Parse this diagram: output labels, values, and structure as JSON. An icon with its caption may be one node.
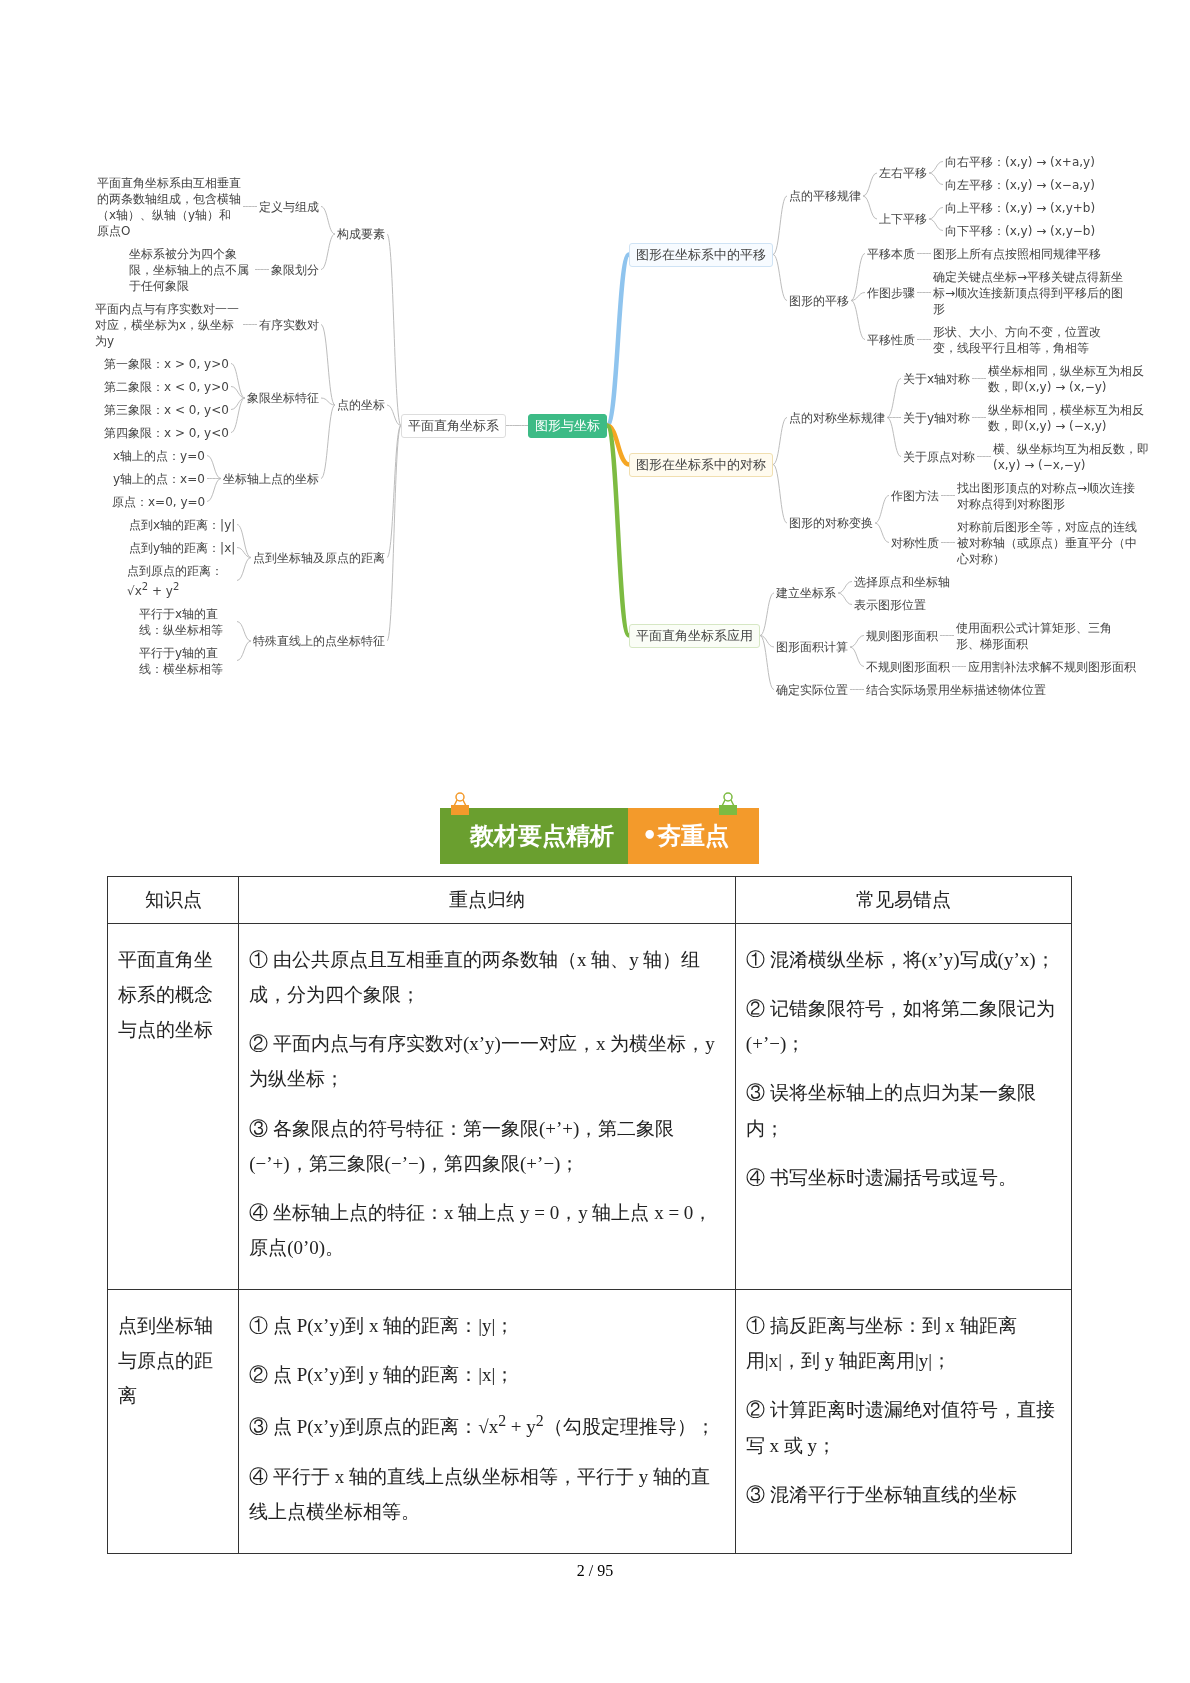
{
  "diagram": {
    "nodes": [
      {
        "text": [
          "图形与坐标"
        ]
      },
      {
        "text": [
          "平面直角坐标系"
        ]
      },
      {
        "text": [
          "构成要素"
        ]
      },
      {
        "text": [
          "定义与组成"
        ]
      },
      {
        "text": [
          "平面直角坐标系由互相垂直的两条数轴组成，包含横轴（x轴）、纵轴（y轴）和原点O"
        ]
      },
      {
        "text": [
          "象限划分"
        ]
      },
      {
        "text": [
          "坐标系被分为四个象限，坐标轴上的点不属于任何象限"
        ]
      },
      {
        "text": [
          "点的坐标"
        ]
      },
      {
        "text": [
          "有序实数对"
        ]
      },
      {
        "text": [
          "平面内点与有序实数对一一对应，横坐标为x，纵坐标为y"
        ]
      },
      {
        "text": [
          "象限坐标特征"
        ]
      },
      {
        "text": [
          "第一象限：x > 0, y>0"
        ]
      },
      {
        "text": [
          "第二象限：x < 0, y>0"
        ]
      },
      {
        "text": [
          "第三象限：x < 0, y<0"
        ]
      },
      {
        "text": [
          "第四象限：x > 0, y<0"
        ]
      },
      {
        "text": [
          "坐标轴上点的坐标"
        ]
      },
      {
        "text": [
          "x轴上的点：y=0"
        ]
      },
      {
        "text": [
          "y轴上的点：x=0"
        ]
      },
      {
        "text": [
          "原点：x=0, y=0"
        ]
      },
      {
        "text": [
          "点到坐标轴及原点的距离"
        ]
      },
      {
        "text": [
          "点到x轴的距离：|y|"
        ]
      },
      {
        "text": [
          "点到y轴的距离：|x|"
        ]
      },
      {
        "text": [
          "点到原点的距离：√x$^{2}$ + y$^{2}$"
        ]
      },
      {
        "text": [
          "特殊直线上的点坐标特征"
        ]
      },
      {
        "text": [
          "平行于x轴的直线：纵坐标相等"
        ]
      },
      {
        "text": [
          "平行于y轴的直线：横坐标相等"
        ]
      },
      {
        "text": [
          "图形在坐标系中的平移"
        ]
      },
      {
        "text": [
          "点的平移规律"
        ]
      },
      {
        "text": [
          "左右平移"
        ]
      },
      {
        "text": [
          "向右平移：(x,y) → (x+a,y)"
        ]
      },
      {
        "text": [
          "向左平移：(x,y) → (x−a,y)"
        ]
      },
      {
        "text": [
          "上下平移"
        ]
      },
      {
        "text": [
          "向上平移：(x,y) → (x,y+b)"
        ]
      },
      {
        "text": [
          "向下平移：(x,y) → (x,y−b)"
        ]
      },
      {
        "text": [
          "图形的平移"
        ]
      },
      {
        "text": [
          "平移本质"
        ]
      },
      {
        "text": [
          "图形上所有点按照相同规律平移"
        ]
      },
      {
        "text": [
          "作图步骤"
        ]
      },
      {
        "text": [
          "确定关键点坐标→平移关键点得新坐标→顺次连接新顶点得到平移后的图形"
        ]
      },
      {
        "text": [
          "平移性质"
        ]
      },
      {
        "text": [
          "形状、大小、方向不变，位置改变，线段平行且相等，角相等"
        ]
      },
      {
        "text": [
          "图形在坐标系中的对称"
        ]
      },
      {
        "text": [
          "点的对称坐标规律"
        ]
      },
      {
        "text": [
          "关于x轴对称"
        ]
      },
      {
        "text": [
          "横坐标相同，纵坐标互为相反数，即(x,y) → (x,−y)"
        ]
      },
      {
        "text": [
          "关于y轴对称"
        ]
      },
      {
        "text": [
          "纵坐标相同，横坐标互为相反数，即(x,y) → (−x,y)"
        ]
      },
      {
        "text": [
          "关于原点对称"
        ]
      },
      {
        "text": [
          "横、纵坐标均互为相反数，即(x,y) → (−x,−y)"
        ]
      },
      {
        "text": [
          "图形的对称变换"
        ]
      },
      {
        "text": [
          "作图方法"
        ]
      },
      {
        "text": [
          "找出图形顶点的对称点→顺次连接对称点得到对称图形"
        ]
      },
      {
        "text": [
          "对称性质"
        ]
      },
      {
        "text": [
          "对称前后图形全等，对应点的连线被对称轴（或原点）垂直平分（中心对称）"
        ]
      },
      {
        "text": [
          "平面直角坐标系应用"
        ]
      },
      {
        "text": [
          "建立坐标系"
        ]
      },
      {
        "text": [
          "选择原点和坐标轴"
        ]
      },
      {
        "text": [
          "表示图形位置"
        ]
      },
      {
        "text": [
          "图形面积计算"
        ]
      },
      {
        "text": [
          "规则图形面积"
        ]
      },
      {
        "text": [
          "使用面积公式计算矩形、三角形、梯形面积"
        ]
      },
      {
        "text": [
          "不规则图形面积"
        ]
      },
      {
        "text": [
          "应用割补法求解不规则图形面积"
        ]
      },
      {
        "text": [
          "确定实际位置"
        ]
      },
      {
        "text": [
          "结合实际场景用坐标描述物体位置"
        ]
      }
    ],
    "edges": [
      {
        "from": 0,
        "to": 1,
        "arrow": "none"
      },
      {
        "from": 0,
        "to": 26,
        "arrow": "none",
        "style": "thick",
        "color": "#8fc4ee"
      },
      {
        "from": 0,
        "to": 41,
        "arrow": "none",
        "style": "thick",
        "color": "#f5a623"
      },
      {
        "from": 0,
        "to": 54,
        "arrow": "none",
        "style": "thick",
        "color": "#7dbb42"
      },
      {
        "from": 1,
        "to": 2,
        "arrow": "none"
      },
      {
        "from": 1,
        "to": 7,
        "arrow": "none"
      },
      {
        "from": 1,
        "to": 19,
        "arrow": "none"
      },
      {
        "from": 1,
        "to": 23,
        "arrow": "none"
      },
      {
        "from": 2,
        "to": 3,
        "arrow": "none"
      },
      {
        "from": 3,
        "to": 4,
        "arrow": "none"
      },
      {
        "from": 2,
        "to": 5,
        "arrow": "none"
      },
      {
        "from": 5,
        "to": 6,
        "arrow": "none"
      },
      {
        "from": 7,
        "to": 8,
        "arrow": "none"
      },
      {
        "from": 8,
        "to": 9,
        "arrow": "none"
      },
      {
        "from": 7,
        "to": 10,
        "arrow": "none"
      },
      {
        "from": 10,
        "to": 11,
        "arrow": "none"
      },
      {
        "from": 10,
        "to": 12,
        "arrow": "none"
      },
      {
        "from": 10,
        "to": 13,
        "arrow": "none"
      },
      {
        "from": 10,
        "to": 14,
        "arrow": "none"
      },
      {
        "from": 7,
        "to": 15,
        "arrow": "none"
      },
      {
        "from": 15,
        "to": 16,
        "arrow": "none"
      },
      {
        "from": 15,
        "to": 17,
        "arrow": "none"
      },
      {
        "from": 15,
        "to": 18,
        "arrow": "none"
      },
      {
        "from": 19,
        "to": 20,
        "arrow": "none"
      },
      {
        "from": 19,
        "to": 21,
        "arrow": "none"
      },
      {
        "from": 19,
        "to": 22,
        "arrow": "none"
      },
      {
        "from": 23,
        "to": 24,
        "arrow": "none"
      },
      {
        "from": 23,
        "to": 25,
        "arrow": "none"
      },
      {
        "from": 26,
        "to": 27,
        "arrow": "none"
      },
      {
        "from": 27,
        "to": 28,
        "arrow": "none"
      },
      {
        "from": 28,
        "to": 29,
        "arrow": "none"
      },
      {
        "from": 28,
        "to": 30,
        "arrow": "none"
      },
      {
        "from": 27,
        "to": 31,
        "arrow": "none"
      },
      {
        "from": 31,
        "to": 32,
        "arrow": "none"
      },
      {
        "from": 31,
        "to": 33,
        "arrow": "none"
      },
      {
        "from": 26,
        "to": 34,
        "arrow": "none"
      },
      {
        "from": 34,
        "to": 35,
        "arrow": "none"
      },
      {
        "from": 35,
        "to": 36,
        "arrow": "none"
      },
      {
        "from": 34,
        "to": 37,
        "arrow": "none"
      },
      {
        "from": 37,
        "to": 38,
        "arrow": "none"
      },
      {
        "from": 34,
        "to": 39,
        "arrow": "none"
      },
      {
        "from": 39,
        "to": 40,
        "arrow": "none"
      },
      {
        "from": 41,
        "to": 42,
        "arrow": "none"
      },
      {
        "from": 42,
        "to": 43,
        "arrow": "none"
      },
      {
        "from": 43,
        "to": 44,
        "arrow": "none"
      },
      {
        "from": 42,
        "to": 45,
        "arrow": "none"
      },
      {
        "from": 45,
        "to": 46,
        "arrow": "none"
      },
      {
        "from": 42,
        "to": 47,
        "arrow": "none"
      },
      {
        "from": 47,
        "to": 48,
        "arrow": "none"
      },
      {
        "from": 41,
        "to": 49,
        "arrow": "none"
      },
      {
        "from": 49,
        "to": 50,
        "arrow": "none"
      },
      {
        "from": 50,
        "to": 51,
        "arrow": "none"
      },
      {
        "from": 49,
        "to": 52,
        "arrow": "none"
      },
      {
        "from": 52,
        "to": 53,
        "arrow": "none"
      },
      {
        "from": 54,
        "to": 55,
        "arrow": "none"
      },
      {
        "from": 55,
        "to": 56,
        "arrow": "none"
      },
      {
        "from": 55,
        "to": 57,
        "arrow": "none"
      },
      {
        "from": 54,
        "to": 58,
        "arrow": "none"
      },
      {
        "from": 58,
        "to": 59,
        "arrow": "none"
      },
      {
        "from": 59,
        "to": 60,
        "arrow": "none"
      },
      {
        "from": 58,
        "to": 61,
        "arrow": "none"
      },
      {
        "from": 61,
        "to": 62,
        "arrow": "none"
      },
      {
        "from": 54,
        "to": 63,
        "arrow": "none"
      },
      {
        "from": 63,
        "to": 64,
        "arrow": "none"
      }
    ],
    "labels": [
      "教材要点精析",
      "•夯重点",
      "知识点",
      "重点归纳",
      "常见易错点",
      "平面直角坐标系的概念与点的坐标",
      "① 由公共原点且互相垂直的两条数轴（x 轴、y 轴）组成，分为四个象限；",
      "② 平面内点与有序实数对(x’y)一一对应，x 为横坐标，y 为纵坐标；",
      "③ 各象限点的符号特征：第一象限(+’+)，第二象限(−’+)，第三象限(−’−)，第四象限(+’−)；",
      "④ 坐标轴上点的特征：x 轴上点 y = 0，y 轴上点 x = 0，原点(0’0)。",
      "① 混淆横纵坐标，将(x’y)写成(y’x)；",
      "② 记错象限符号，如将第二象限记为(+’−)；",
      "③ 误将坐标轴上的点归为某一象限内；",
      "④ 书写坐标时遗漏括号或逗号。",
      "点到坐标轴与原点的距离",
      "① 点 P(x’y)到 x 轴的距离：|y|；",
      "② 点 P(x’y)到 y 轴的距离：|x|；",
      "③ 点 P(x’y)到原点的距离：√x$^{2}$ + y$^{2}$（勾股定理推导）；",
      "④ 平行于 x 轴的直线上点纵坐标相等，平行于 y 轴的直线上点横坐标相等。",
      "① 搞反距离与坐标：到 x 轴距离用|x|，到 y 轴距离用|y|；",
      "② 计算距离时遗漏绝对值符号，直接写 x 或 y；",
      "③ 混淆平行于坐标轴直线的坐标",
      "2 / 95"
    ]
  }
}
